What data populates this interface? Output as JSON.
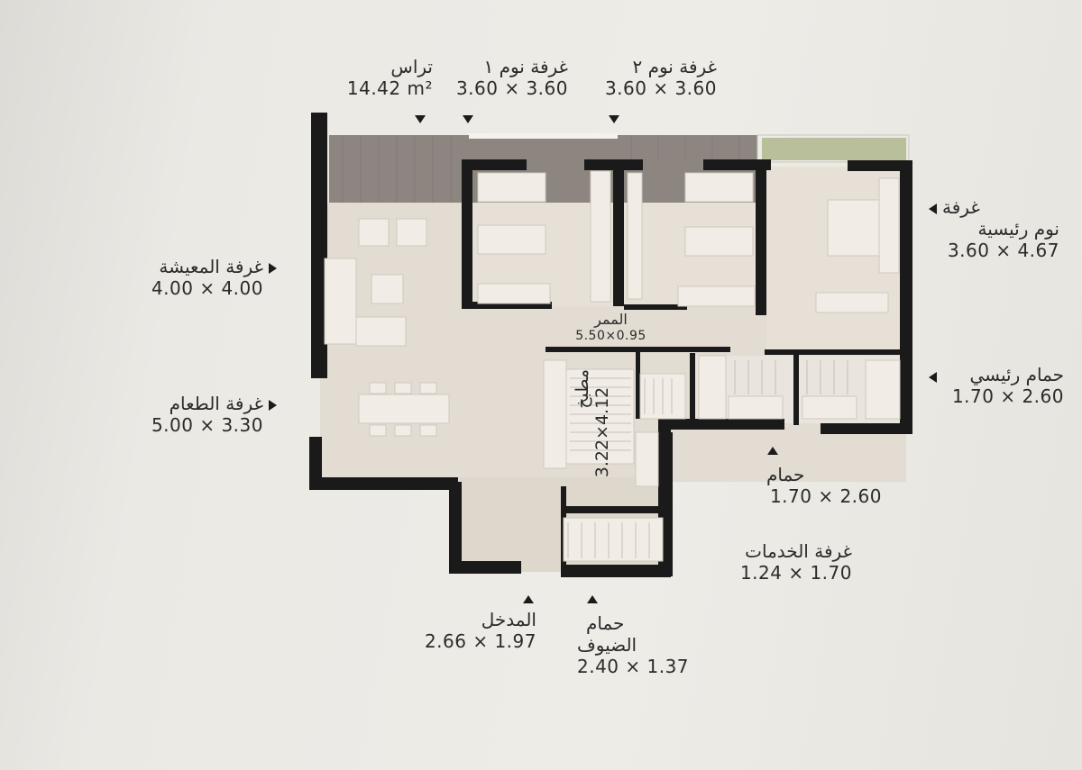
{
  "rooms": {
    "terrace": {
      "name": "تراس",
      "dims": "14.42 m²"
    },
    "bedroom1": {
      "name": "غرفة نوم ١",
      "dims": "3.60 × 3.60"
    },
    "bedroom2": {
      "name": "غرفة نوم ٢",
      "dims": "3.60 × 3.60"
    },
    "master_bedroom": {
      "name_line1": "غرفة",
      "name_line2": "نوم رئيسية",
      "dims": "3.60 × 4.67"
    },
    "living": {
      "name": "غرفة المعيشة",
      "dims": "4.00 × 4.00"
    },
    "dining": {
      "name": "غرفة الطعام",
      "dims": "5.00 × 3.30"
    },
    "corridor": {
      "name": "الممر",
      "dims": "5.50×0.95"
    },
    "kitchen": {
      "name": "مطبخ",
      "dims": "3.22×4.12"
    },
    "master_bath": {
      "name": "حمام رئيسي",
      "dims": "1.70 × 2.60"
    },
    "bath": {
      "name": "حمام",
      "dims": "1.70 × 2.60"
    },
    "service_room": {
      "name": "غرفة الخدمات",
      "dims": "1.24 × 1.70"
    },
    "entrance": {
      "name": "المدخل",
      "dims": "2.66 × 1.97"
    },
    "guest_bath": {
      "name_line1": "حمام",
      "name_line2": "الضيوف",
      "dims": "2.40 × 1.37"
    }
  },
  "colors": {
    "wall": "#1a1a1a",
    "floor": "#e2dcd2",
    "terrace": "#8c8580",
    "garden": "#b9bf9a",
    "furniture": "#f1ede6"
  }
}
